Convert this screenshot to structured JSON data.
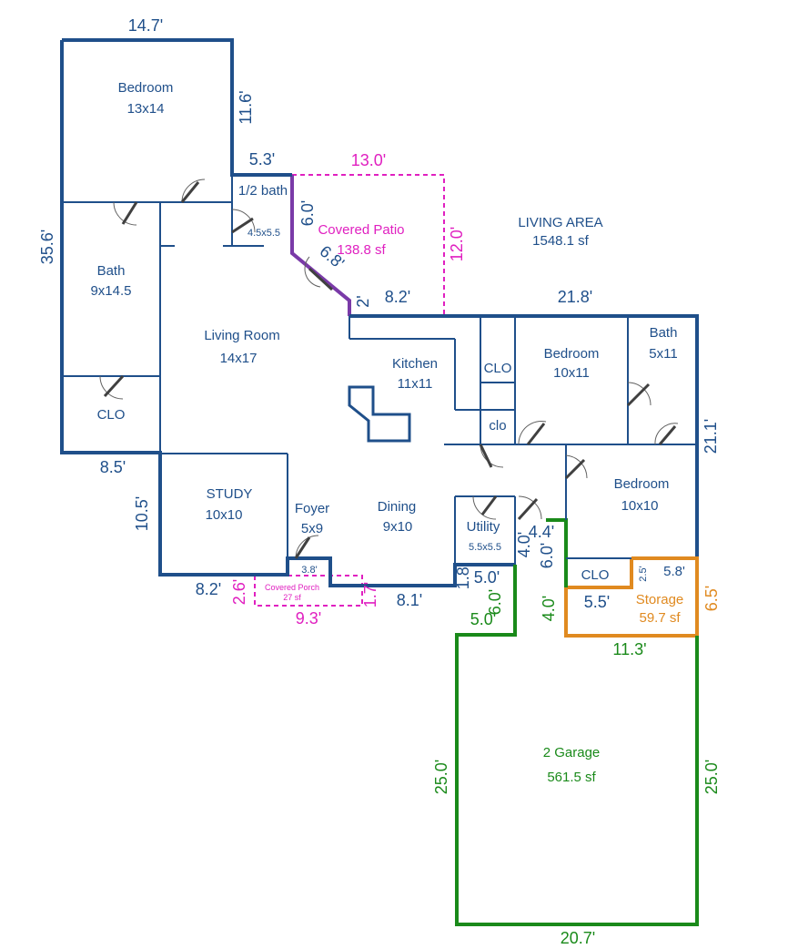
{
  "areas": {
    "living": {
      "title": "LIVING AREA",
      "value": "1548.1 sf"
    },
    "patio": {
      "title": "Covered Patio",
      "value": "138.8 sf"
    },
    "porch": {
      "title": "Covered Porch",
      "value": "27 sf"
    },
    "garage": {
      "title": "2 Garage",
      "value": "561.5 sf"
    },
    "storage": {
      "title": "Storage",
      "value": "59.7 sf"
    }
  },
  "rooms": {
    "bedroom_nw": {
      "name": "Bedroom",
      "size": "13x14"
    },
    "bath_w": {
      "name": "Bath",
      "size": "9x14.5"
    },
    "clo_w": {
      "name": "CLO"
    },
    "half_bath": {
      "name": "1/2 bath",
      "size": "4.5x5.5"
    },
    "living_room": {
      "name": "Living Room",
      "size": "14x17"
    },
    "kitchen": {
      "name": "Kitchen",
      "size": "11x11"
    },
    "clo_k": {
      "name": "CLO"
    },
    "clo_small": {
      "name": "clo"
    },
    "bedroom_ne": {
      "name": "Bedroom",
      "size": "10x11"
    },
    "bath_e": {
      "name": "Bath",
      "size": "5x11"
    },
    "bedroom_e": {
      "name": "Bedroom",
      "size": "10x10"
    },
    "study": {
      "name": "STUDY",
      "size": "10x10"
    },
    "foyer": {
      "name": "Foyer",
      "size": "5x9"
    },
    "dining": {
      "name": "Dining",
      "size": "9x10"
    },
    "utility": {
      "name": "Utility",
      "size": "5.5x5.5"
    },
    "clo_e": {
      "name": "CLO"
    }
  },
  "dimensions": {
    "top_w": "14.7'",
    "bed_right": "11.6'",
    "step_5_3": "5.3'",
    "left_h": "35.6'",
    "patio_top": "13.0'",
    "patio_right": "12.0'",
    "patio_6_0": "6.0'",
    "diag_6_8": "6.8'",
    "small_2": "2'",
    "seg_8_2_top": "8.2'",
    "top_21_8": "21.8'",
    "right_21_1": "21.1'",
    "left_8_5": "8.5'",
    "study_10_5": "10.5'",
    "bottom_8_2": "8.2'",
    "porch_2_6": "2.6'",
    "porch_3_8": "3.8'",
    "porch_9_3": "9.3'",
    "porch_1_7": "1.7'",
    "bottom_8_1": "8.1'",
    "util_1_8": "1.8'",
    "util_5_0": "5.0'",
    "g_6_0_a": "6.0'",
    "g_5_0": "5.0'",
    "g_4_0_a": "4.0'",
    "g_6_0_b": "6.0'",
    "g_4_4": "4.4'",
    "g_4_0_b": "4.0'",
    "st_2_5": "2.5'",
    "st_5_8": "5.8'",
    "st_5_5": "5.5'",
    "st_6_5": "6.5'",
    "g_11_3": "11.3'",
    "g_25_left": "25.0'",
    "g_25_right": "25.0'",
    "g_20_7": "20.7'"
  },
  "colors": {
    "wall": "#1f4f8a",
    "patio": "#e020c0",
    "garage": "#1a8a1a",
    "storage": "#e08a20"
  }
}
